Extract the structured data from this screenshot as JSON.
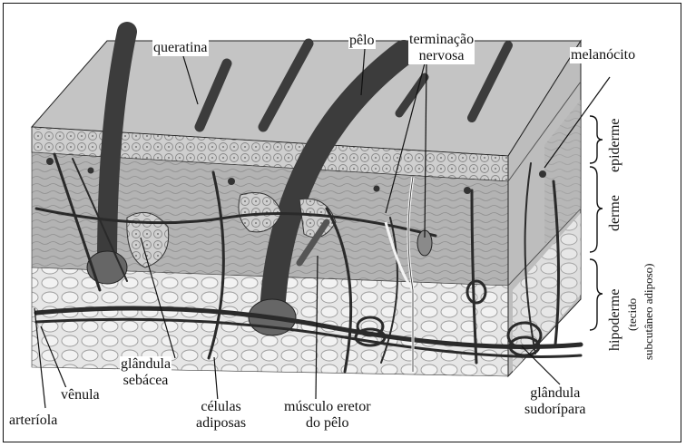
{
  "labels": {
    "queratina": "queratina",
    "pelo": "pêlo",
    "terminacao_line1": "terminação",
    "terminacao_line2": "nervosa",
    "melanocito": "melanócito",
    "epiderme": "epiderme",
    "derme": "derme",
    "hipoderme": "hipoderme",
    "tecido_line1": "(tecido",
    "tecido_line2": "subcutâneo adiposo)",
    "glandula_sebacea_line1": "glândula",
    "glandula_sebacea_line2": "sebácea",
    "venula": "vênula",
    "arteriola": "arteríola",
    "celulas_line1": "células",
    "celulas_line2": "adiposas",
    "musculo_line1": "músculo eretor",
    "musculo_line2": "do pêlo",
    "glandula_sudoripara_line1": "glândula",
    "glandula_sudoripara_line2": "sudorípara"
  },
  "colors": {
    "line": "#111111",
    "surface": "#b9b9b9",
    "dermis": "#a6a6a6",
    "hypodermis": "#d9d9d9",
    "hair": "#4a4a4a"
  }
}
